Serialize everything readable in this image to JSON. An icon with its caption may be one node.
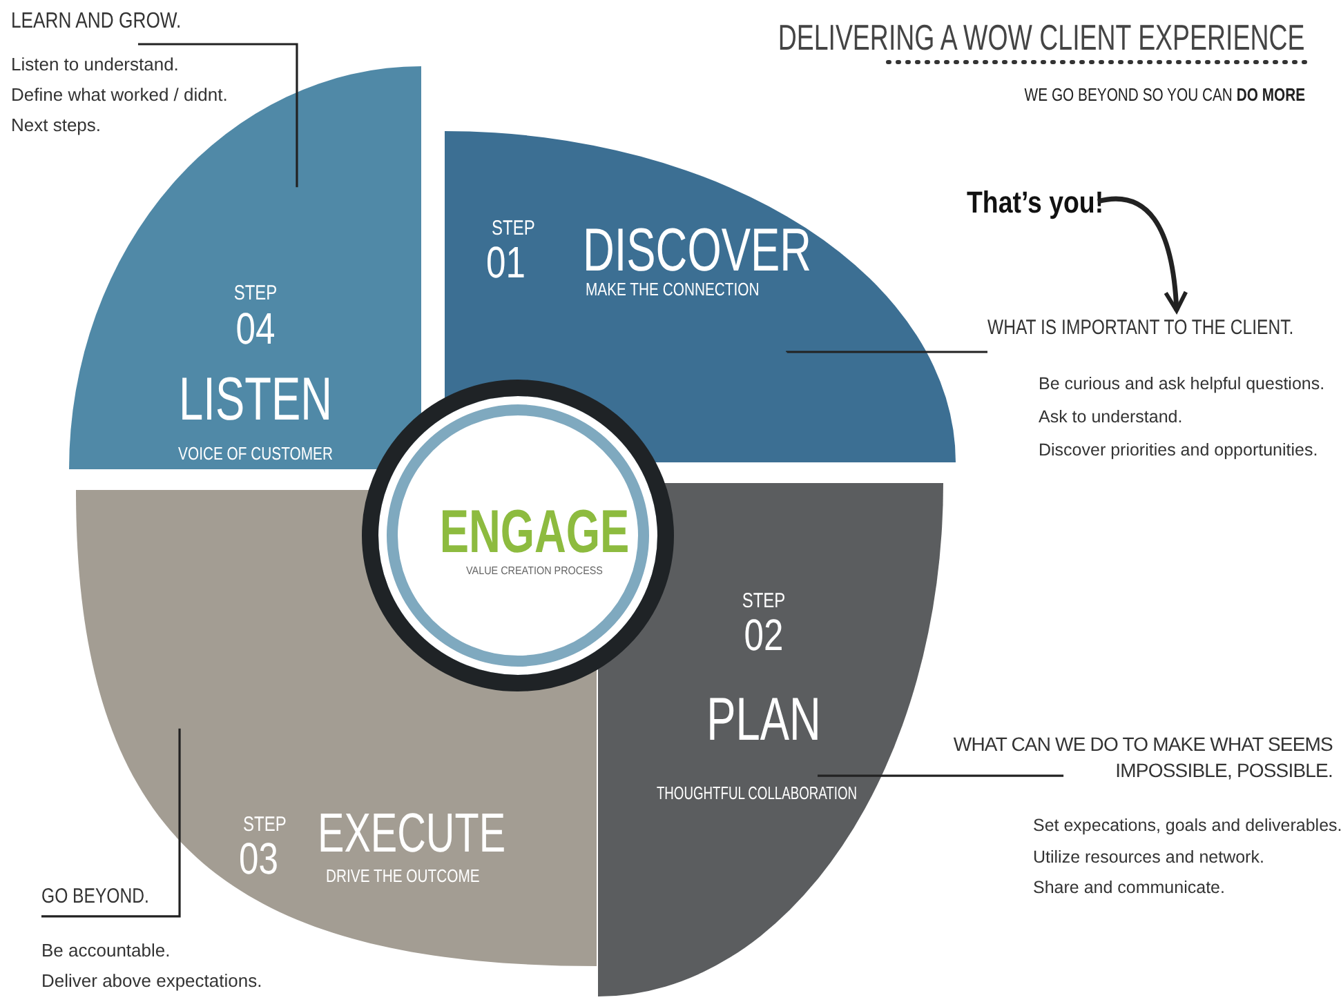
{
  "diagram": {
    "title": "DELIVERING A WOW CLIENT EXPERIENCE",
    "nodes": [
      {
        "text": [
          "ENGAGE",
          "VALUE CREATION PROCESS"
        ]
      },
      {
        "text": [
          "STEP",
          "01",
          "DISCOVER",
          "MAKE THE CONNECTION"
        ]
      },
      {
        "text": [
          "STEP",
          "02",
          "PLAN",
          "THOUGHTFUL COLLABORATION"
        ]
      },
      {
        "text": [
          "STEP",
          "03",
          "EXECUTE",
          "DRIVE THE OUTCOME"
        ]
      },
      {
        "text": [
          "STEP",
          "04",
          "LISTEN",
          "VOICE OF CUSTOMER"
        ]
      },
      {
        "text": [
          "LEARN AND GROW.",
          "Listen to understand.",
          "Define what worked / didnt.",
          "Next steps."
        ]
      },
      {
        "text": [
          "WHAT IS IMPORTANT TO  THE CLIENT.",
          "Be curious and ask helpful questions.",
          "Ask to understand.",
          "Discover priorities and opportunities."
        ]
      },
      {
        "text": [
          "That’s you!"
        ]
      },
      {
        "text": [
          "WHAT CAN WE DO TO MAKE WHAT SEEMS IMPOSSIBLE, POSSIBLE.",
          "Set expecations, goals and deliverables.",
          "Utilize resources and network.",
          "Share and communicate."
        ]
      },
      {
        "text": [
          "GO BEYOND.",
          "Be accountable.",
          "Deliver above expectations."
        ]
      }
    ],
    "edges": [
      {
        "from": 5,
        "to": 4,
        "arrow": "none"
      },
      {
        "from": 6,
        "to": 1,
        "arrow": "none"
      },
      {
        "from": 8,
        "to": 2,
        "arrow": "none"
      },
      {
        "from": 9,
        "to": 3,
        "arrow": "none"
      },
      {
        "from": 7,
        "to": 6,
        "arrow": "to",
        "style": "thick"
      }
    ],
    "labels": [
      "WE GO BEYOND SO YOU CAN **DO MORE**"
    ]
  }
}
